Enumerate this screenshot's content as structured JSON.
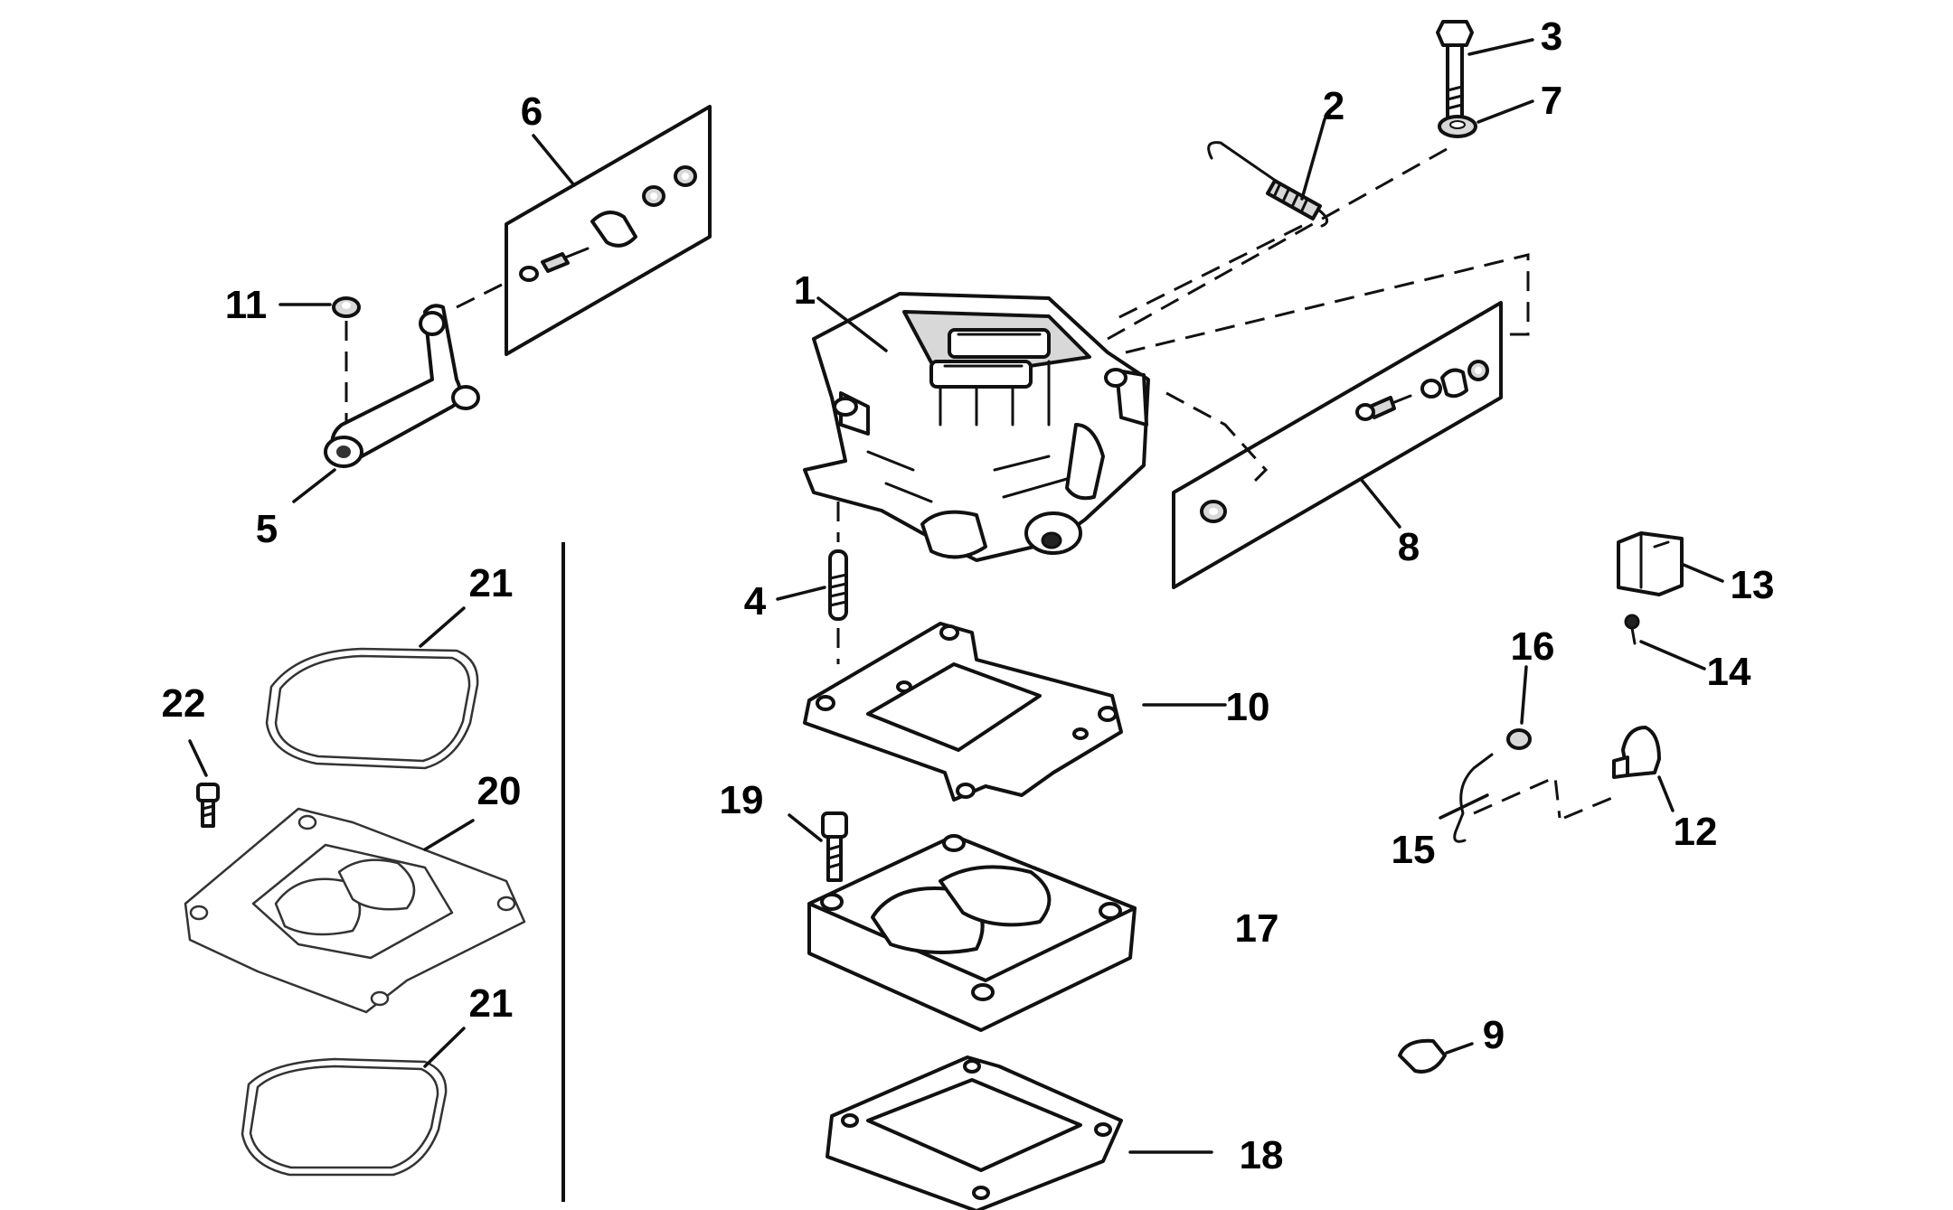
{
  "callouts": {
    "n1": "1",
    "n2": "2",
    "n3": "3",
    "n4": "4",
    "n5": "5",
    "n6": "6",
    "n7": "7",
    "n8": "8",
    "n9": "9",
    "n10": "10",
    "n11": "11",
    "n12": "12",
    "n13": "13",
    "n14": "14",
    "n15": "15",
    "n16": "16",
    "n17": "17",
    "n18": "18",
    "n19": "19",
    "n20": "20",
    "n21a": "21",
    "n21b": "21",
    "n22": "22"
  }
}
